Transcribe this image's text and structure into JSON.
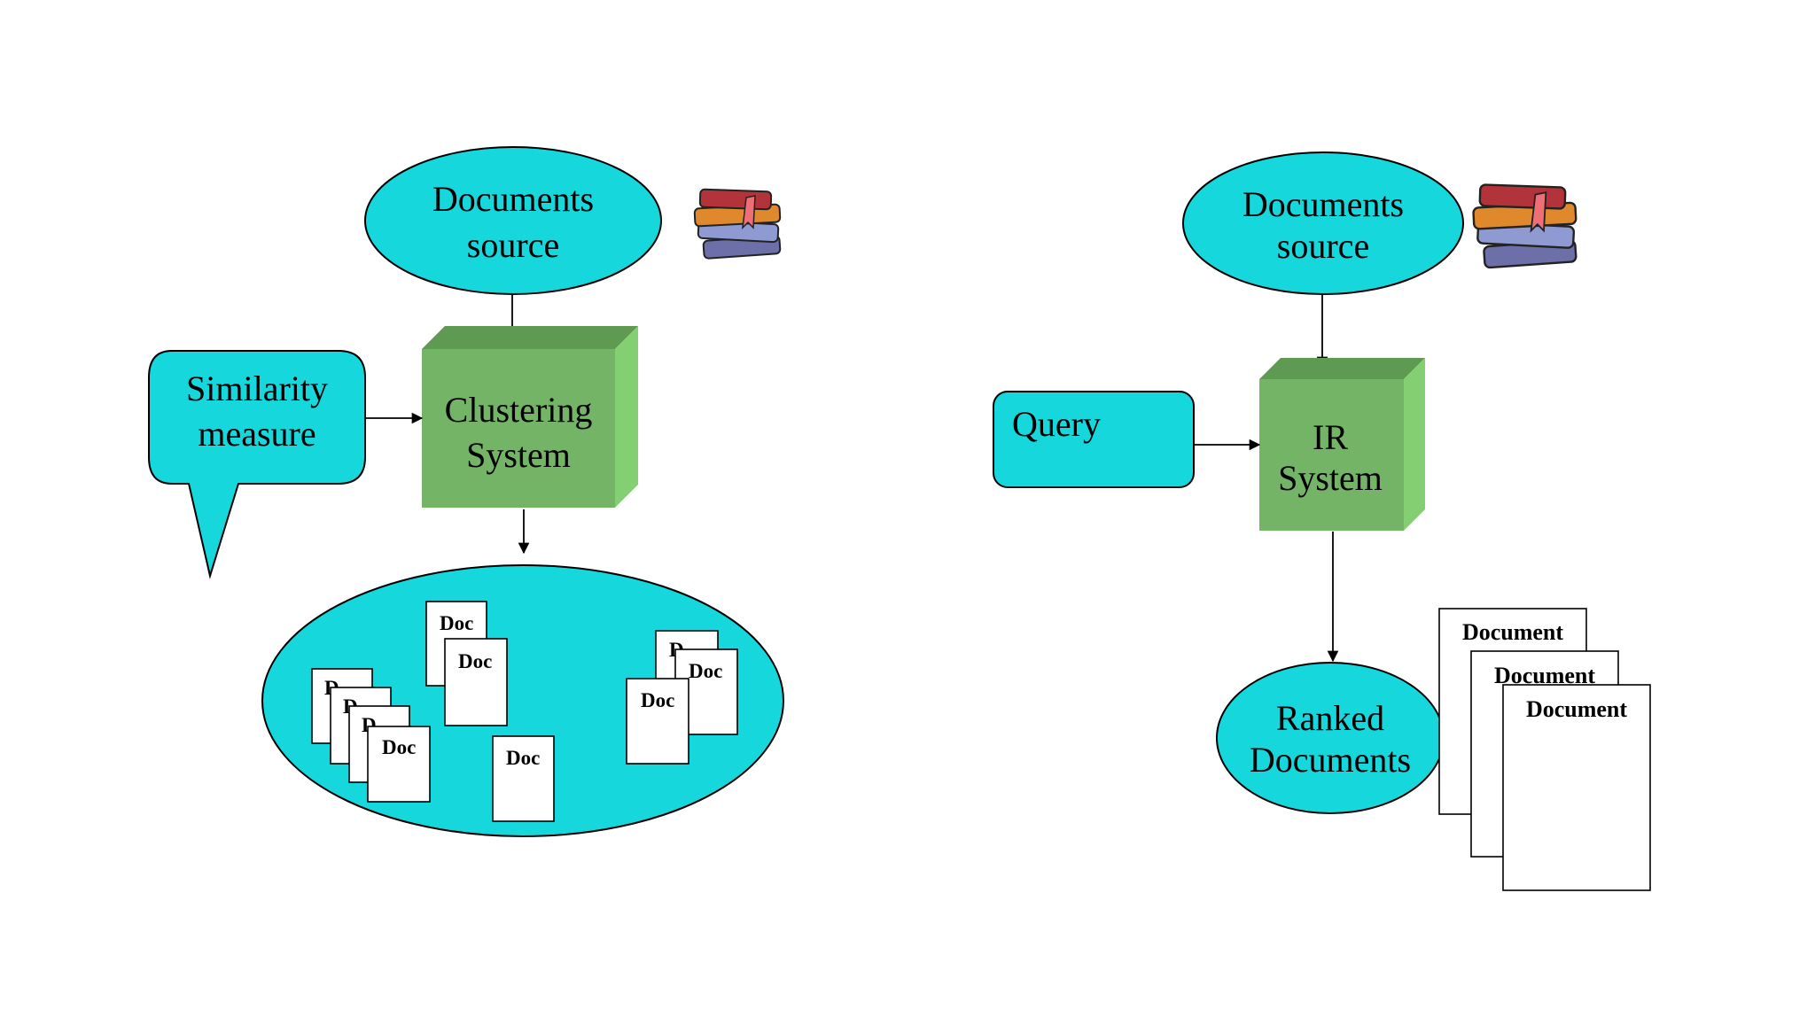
{
  "clustering": {
    "source_line1": "Documents",
    "source_line2": "source",
    "similarity_line1": "Similarity",
    "similarity_line2": "measure",
    "system_line1": "Clustering",
    "system_line2": "System",
    "doc_label": "Doc",
    "doc_partial_label": "D"
  },
  "ir": {
    "source_line1": "Documents",
    "source_line2": "source",
    "query_label": "Query",
    "system_line1": "IR",
    "system_line2": "System",
    "ranked_line1": "Ranked",
    "ranked_line2": "Documents",
    "document_label": "Document"
  },
  "icons": [
    "books-icon",
    "books-icon"
  ],
  "colors": {
    "cyan": "#16d8dc",
    "green_front": "#74b466",
    "green_top": "#5f9a52",
    "green_side": "#83cf72"
  }
}
